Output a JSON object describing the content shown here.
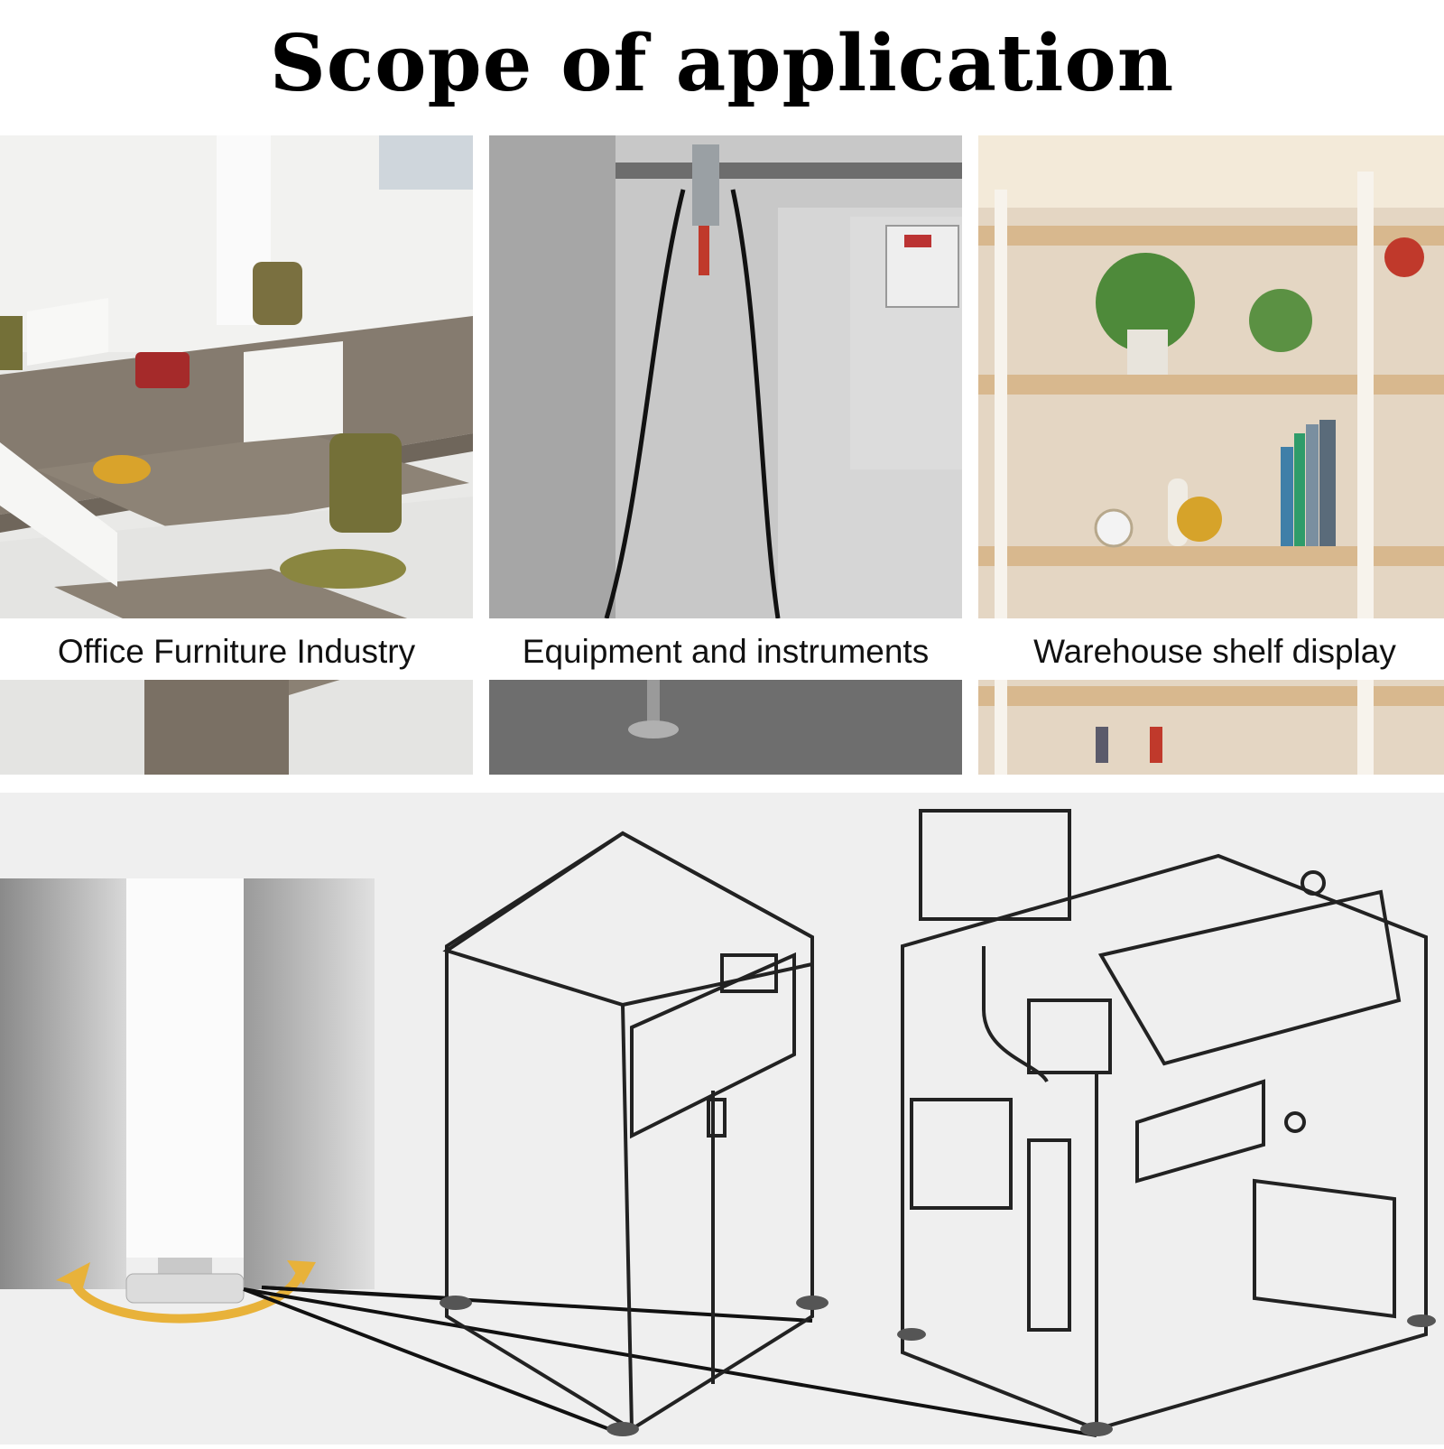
{
  "title": "Scope of application",
  "panels": [
    {
      "caption": "Office Furniture Industry"
    },
    {
      "caption": "Equipment and instruments"
    },
    {
      "caption": "Warehouse shelf display"
    }
  ]
}
